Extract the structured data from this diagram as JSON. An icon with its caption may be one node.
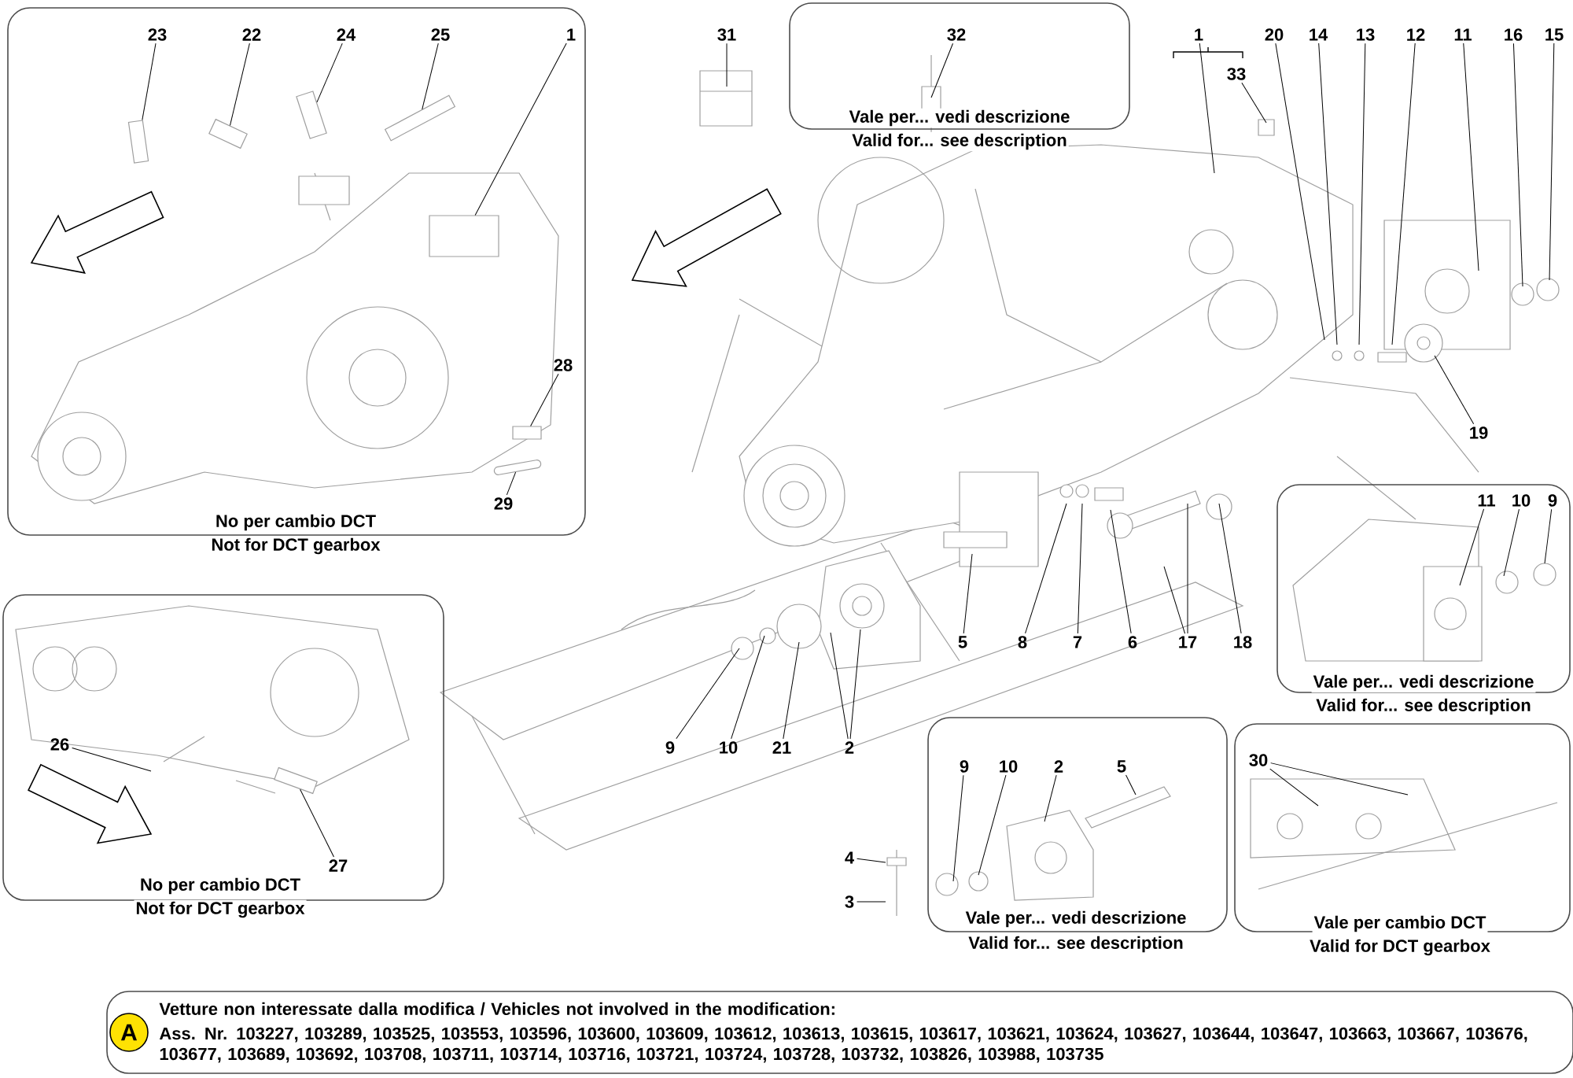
{
  "diagram": {
    "nodes": [
      {
        "text": [
          "No per cambio DCT",
          "Not for DCT gearbox"
        ]
      },
      {
        "text": [
          "23"
        ],
        "in": 0
      },
      {
        "text": [
          "22"
        ],
        "in": 0
      },
      {
        "text": [
          "24"
        ],
        "in": 0
      },
      {
        "text": [
          "25"
        ],
        "in": 0
      },
      {
        "text": [
          "1"
        ],
        "in": 0
      },
      {
        "text": [
          "28"
        ],
        "in": 0
      },
      {
        "text": [
          "29"
        ],
        "in": 0
      },
      {
        "text": [
          "31"
        ]
      },
      {
        "text": [
          "Vale per... vedi descrizione",
          "Valid for... see description"
        ]
      },
      {
        "text": [
          "32"
        ],
        "in": 9
      },
      {
        "text": [
          "1"
        ]
      },
      {
        "text": [
          "33"
        ]
      },
      {
        "text": [
          "20"
        ]
      },
      {
        "text": [
          "14"
        ]
      },
      {
        "text": [
          "13"
        ]
      },
      {
        "text": [
          "12"
        ]
      },
      {
        "text": [
          "11"
        ]
      },
      {
        "text": [
          "16"
        ]
      },
      {
        "text": [
          "15"
        ]
      },
      {
        "text": [
          "19"
        ]
      },
      {
        "text": [
          "Vale per... vedi descrizione",
          "Valid for... see description"
        ]
      },
      {
        "text": [
          "11"
        ],
        "in": 21
      },
      {
        "text": [
          "10"
        ],
        "in": 21
      },
      {
        "text": [
          "9"
        ],
        "in": 21
      },
      {
        "text": [
          "5"
        ]
      },
      {
        "text": [
          "8"
        ]
      },
      {
        "text": [
          "7"
        ]
      },
      {
        "text": [
          "6"
        ]
      },
      {
        "text": [
          "17"
        ]
      },
      {
        "text": [
          "18"
        ]
      },
      {
        "text": [
          "No per cambio DCT",
          "Not for DCT gearbox"
        ]
      },
      {
        "text": [
          "26"
        ],
        "in": 31
      },
      {
        "text": [
          "27"
        ],
        "in": 31
      },
      {
        "text": [
          "9"
        ]
      },
      {
        "text": [
          "10"
        ]
      },
      {
        "text": [
          "21"
        ]
      },
      {
        "text": [
          "2"
        ]
      },
      {
        "text": [
          "Vale per... vedi descrizione",
          "Valid for... see description"
        ]
      },
      {
        "text": [
          "9"
        ],
        "in": 38
      },
      {
        "text": [
          "10"
        ],
        "in": 38
      },
      {
        "text": [
          "2"
        ],
        "in": 38
      },
      {
        "text": [
          "5"
        ],
        "in": 38
      },
      {
        "text": [
          "Vale per cambio DCT",
          "Valid for DCT gearbox"
        ]
      },
      {
        "text": [
          "30"
        ],
        "in": 43
      },
      {
        "text": [
          "4"
        ]
      },
      {
        "text": [
          "3"
        ]
      },
      {
        "text": [
          "Vetture non interessate dalla modifica / Vehicles not involved in the modification:",
          "Ass. Nr. 103227, 103289, 103525, 103553, 103596, 103600, 103609, 103612, 103613, 103615, 103617, 103621, 103624, 103627, 103644, 103647, 103663, 103667, 103676, 103677, 103689, 103692, 103708, 103711, 103714, 103716, 103721, 103724, 103728, 103732, 103826, 103988, 103735"
        ]
      },
      {
        "text": [
          "A"
        ],
        "in": 47
      },
      {
        "text": [],
        "shape": "box",
        "in": 0
      },
      {
        "text": [],
        "shape": "box",
        "in": 0
      },
      {
        "text": [],
        "shape": "box",
        "in": 0
      },
      {
        "text": [],
        "shape": "box",
        "in": 0
      },
      {
        "text": [],
        "shape": "box",
        "in": 0
      },
      {
        "text": [],
        "shape": "box",
        "in": 0
      },
      {
        "text": [],
        "shape": "bar",
        "in": 0
      },
      {
        "text": [],
        "shape": "box",
        "in": 31
      }
    ],
    "edges": [
      {
        "from": 1,
        "to": 49,
        "arrow": "none"
      },
      {
        "from": 2,
        "to": 50,
        "arrow": "none"
      },
      {
        "from": 3,
        "to": 51,
        "arrow": "none"
      },
      {
        "from": 4,
        "to": 52,
        "arrow": "none"
      },
      {
        "from": 5,
        "to": 53,
        "arrow": "none"
      },
      {
        "from": 6,
        "to": 54,
        "arrow": "none"
      },
      {
        "from": 7,
        "to": 55,
        "arrow": "none"
      },
      {
        "from": 8,
        "to": null,
        "arrow": "none"
      },
      {
        "from": 10,
        "to": null,
        "arrow": "none"
      },
      {
        "from": 11,
        "to": null,
        "arrow": "none"
      },
      {
        "from": 12,
        "to": null,
        "arrow": "none"
      },
      {
        "from": 13,
        "to": null,
        "arrow": "none"
      },
      {
        "from": 14,
        "to": null,
        "arrow": "none"
      },
      {
        "from": 15,
        "to": null,
        "arrow": "none"
      },
      {
        "from": 16,
        "to": null,
        "arrow": "none"
      },
      {
        "from": 17,
        "to": null,
        "arrow": "none"
      },
      {
        "from": 18,
        "to": null,
        "arrow": "none"
      },
      {
        "from": 19,
        "to": null,
        "arrow": "none"
      },
      {
        "from": 20,
        "to": null,
        "arrow": "none"
      },
      {
        "from": 22,
        "to": null,
        "arrow": "none"
      },
      {
        "from": 23,
        "to": null,
        "arrow": "none"
      },
      {
        "from": 24,
        "to": null,
        "arrow": "none"
      },
      {
        "from": 25,
        "to": null,
        "arrow": "none"
      },
      {
        "from": 26,
        "to": null,
        "arrow": "none"
      },
      {
        "from": 27,
        "to": null,
        "arrow": "none"
      },
      {
        "from": 28,
        "to": null,
        "arrow": "none"
      },
      {
        "from": 29,
        "to": null,
        "arrow": "none"
      },
      {
        "from": 29,
        "to": null,
        "arrow": "none"
      },
      {
        "from": 30,
        "to": null,
        "arrow": "none"
      },
      {
        "from": 32,
        "to": null,
        "arrow": "none"
      },
      {
        "from": 33,
        "to": 56,
        "arrow": "none"
      },
      {
        "from": 34,
        "to": null,
        "arrow": "none"
      },
      {
        "from": 35,
        "to": null,
        "arrow": "none"
      },
      {
        "from": 36,
        "to": null,
        "arrow": "none"
      },
      {
        "from": 37,
        "to": null,
        "arrow": "none"
      },
      {
        "from": 37,
        "to": null,
        "arrow": "none"
      },
      {
        "from": 39,
        "to": null,
        "arrow": "none"
      },
      {
        "from": 40,
        "to": null,
        "arrow": "none"
      },
      {
        "from": 41,
        "to": null,
        "arrow": "none"
      },
      {
        "from": 42,
        "to": null,
        "arrow": "none"
      },
      {
        "from": 44,
        "to": null,
        "arrow": "none"
      },
      {
        "from": 44,
        "to": null,
        "arrow": "none"
      },
      {
        "from": 45,
        "to": null,
        "arrow": "none"
      },
      {
        "from": 46,
        "to": null,
        "arrow": "none"
      }
    ]
  }
}
